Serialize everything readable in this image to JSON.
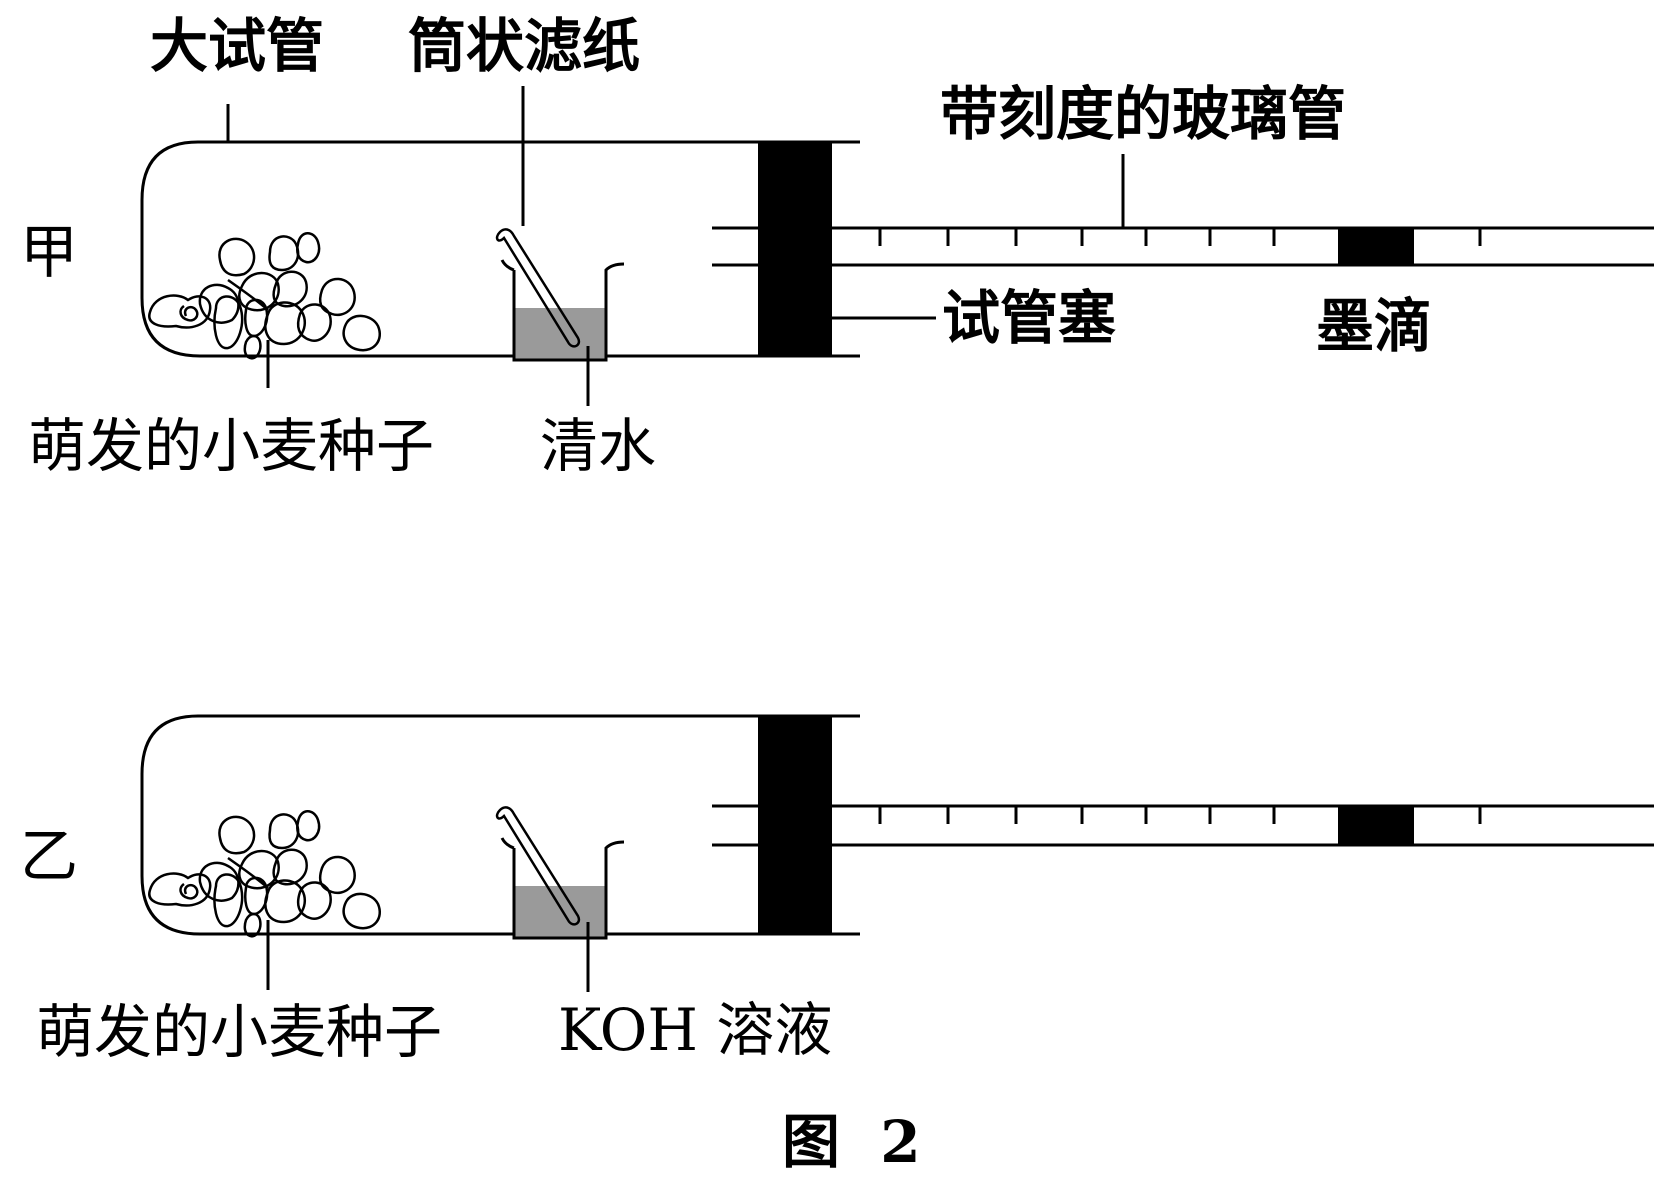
{
  "colors": {
    "line": "#000000",
    "liquid": "#9a9a9a",
    "background": "#ffffff"
  },
  "labels": {
    "big_tube": "大试管",
    "filter_paper": "筒状滤纸",
    "graduated_tube": "带刻度的玻璃管",
    "stopper": "试管塞",
    "ink_drop": "墨滴",
    "jia": "甲",
    "yi": "乙",
    "seeds_jia": "萌发的小麦种子",
    "water": "清水",
    "seeds_yi": "萌发的小麦种子",
    "koh": "KOH 溶液",
    "caption": "图 2"
  }
}
